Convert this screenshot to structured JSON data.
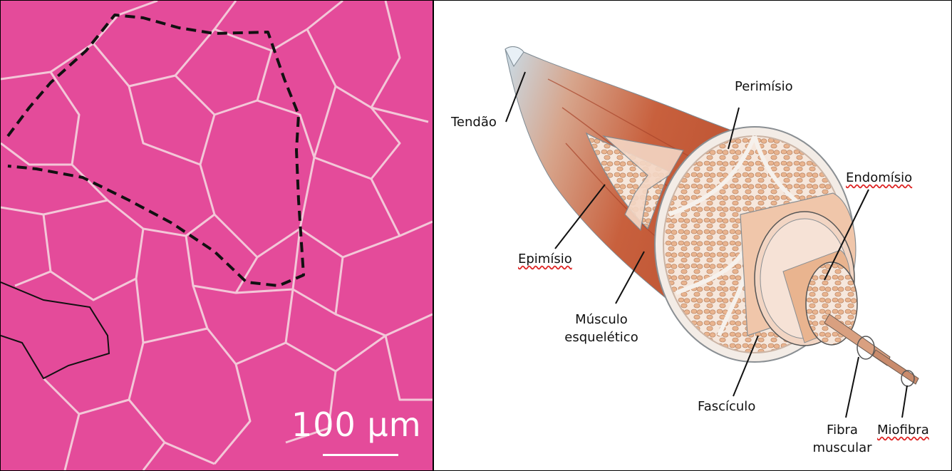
{
  "histology": {
    "scale_label": "100 µm"
  },
  "diagram": {
    "labels": {
      "tendon": "Tendão",
      "perimysium": "Perimísio",
      "endomysium": "Endomísio",
      "epimysium": "Epimísio",
      "muscle_line1": "Músculo",
      "muscle_line2": "esquelético",
      "fascicle": "Fascículo",
      "fiber_line1": "Fibra",
      "fiber_line2": "muscular",
      "myofibril": "Miofibra"
    }
  },
  "colors": {
    "tissue_pink": "#e44b9a",
    "cell_border": "#f3c7d8",
    "muscle_red": "#c8603d",
    "tendon_blue": "#c9dde9",
    "fascicle_cream": "#f6e7dc",
    "fiber_tan": "#e9b48f"
  }
}
